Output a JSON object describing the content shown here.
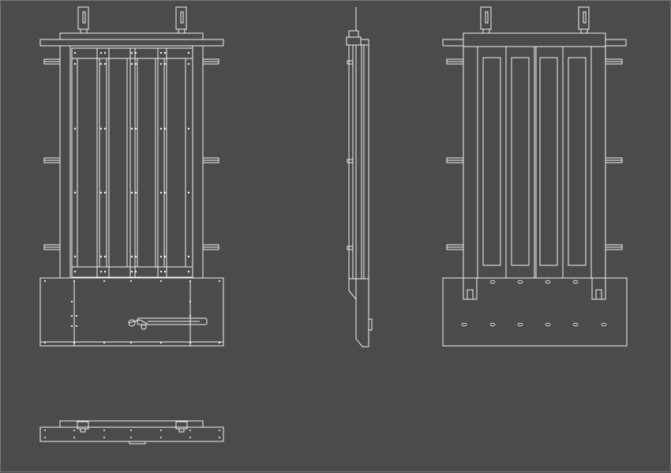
{
  "drawing": {
    "background": "#4b4b4b",
    "line_color": "#f2f2f2",
    "views": [
      "front-view",
      "side-view",
      "rear-view",
      "top-view"
    ],
    "front_view": {
      "vertical_panels": 4,
      "side_brackets_per_side": 3,
      "hanger_brackets": 2
    },
    "rear_view": {
      "door_leaves": 4,
      "bottom_holes": 6
    },
    "top_view": {
      "hanger_brackets": 2
    }
  }
}
